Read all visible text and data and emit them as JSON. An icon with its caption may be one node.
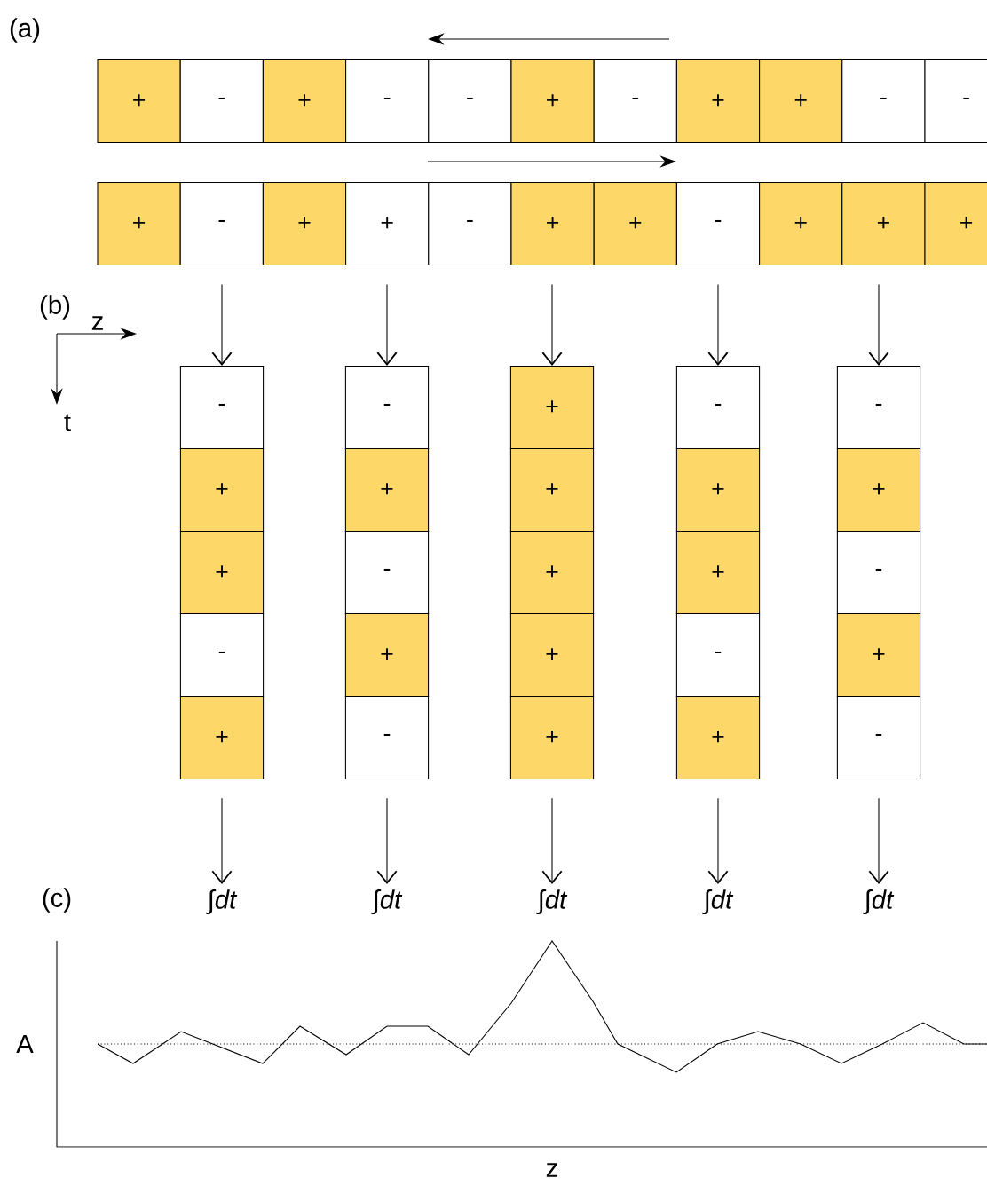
{
  "diagram": {
    "nodes": [
      {
        "text": [
          "+"
        ]
      },
      {
        "text": [
          "-"
        ]
      },
      {
        "text": [
          "+"
        ]
      },
      {
        "text": [
          "-"
        ]
      },
      {
        "text": [
          "-"
        ]
      },
      {
        "text": [
          "+"
        ]
      },
      {
        "text": [
          "-"
        ]
      },
      {
        "text": [
          "+"
        ]
      },
      {
        "text": [
          "+"
        ]
      },
      {
        "text": [
          "-"
        ]
      },
      {
        "text": [
          "-"
        ]
      },
      {
        "text": [
          "+"
        ]
      },
      {
        "text": [
          "-"
        ]
      },
      {
        "text": [
          "+"
        ]
      },
      {
        "text": [
          "+"
        ]
      },
      {
        "text": [
          "-"
        ]
      },
      {
        "text": [
          "+"
        ]
      },
      {
        "text": [
          "+"
        ]
      },
      {
        "text": [
          "-"
        ]
      },
      {
        "text": [
          "+"
        ]
      },
      {
        "text": [
          "+"
        ]
      },
      {
        "text": [
          "+"
        ]
      },
      {
        "text": [
          "-"
        ]
      },
      {
        "text": [
          "+"
        ]
      },
      {
        "text": [
          "+"
        ]
      },
      {
        "text": [
          "-"
        ]
      },
      {
        "text": [
          "+"
        ]
      },
      {
        "text": [
          "-"
        ]
      },
      {
        "text": [
          "+"
        ]
      },
      {
        "text": [
          "-"
        ]
      },
      {
        "text": [
          "+"
        ]
      },
      {
        "text": [
          "-"
        ]
      },
      {
        "text": [
          "+"
        ]
      },
      {
        "text": [
          "+"
        ]
      },
      {
        "text": [
          "+"
        ]
      },
      {
        "text": [
          "+"
        ]
      },
      {
        "text": [
          "+"
        ]
      },
      {
        "text": [
          "-"
        ]
      },
      {
        "text": [
          "+"
        ]
      },
      {
        "text": [
          "+"
        ]
      },
      {
        "text": [
          "-"
        ]
      },
      {
        "text": [
          "+"
        ]
      },
      {
        "text": [
          "-"
        ]
      },
      {
        "text": [
          "+"
        ]
      },
      {
        "text": [
          "-"
        ]
      },
      {
        "text": [
          "+"
        ]
      },
      {
        "text": [
          "-"
        ]
      },
      {
        "text": [
          "∫dt"
        ]
      },
      {
        "text": [
          "∫dt"
        ]
      },
      {
        "text": [
          "∫dt"
        ]
      },
      {
        "text": [
          "∫dt"
        ]
      },
      {
        "text": [
          "∫dt"
        ]
      }
    ],
    "edges": [
      {
        "from": 12,
        "to": 22,
        "arrow": "to"
      },
      {
        "from": 14,
        "to": 27,
        "arrow": "to"
      },
      {
        "from": 16,
        "to": 32,
        "arrow": "to"
      },
      {
        "from": 18,
        "to": 37,
        "arrow": "to"
      },
      {
        "from": 20,
        "to": 42,
        "arrow": "to"
      },
      {
        "from": 26,
        "to": 47,
        "arrow": "to"
      },
      {
        "from": 31,
        "to": 48,
        "arrow": "to"
      },
      {
        "from": 36,
        "to": 49,
        "arrow": "to"
      },
      {
        "from": 41,
        "to": 50,
        "arrow": "to"
      },
      {
        "from": 46,
        "to": 51,
        "arrow": "to"
      }
    ],
    "labels": [
      "(a)",
      "(b)",
      "z",
      "t",
      "(c)",
      "A",
      "z"
    ]
  }
}
